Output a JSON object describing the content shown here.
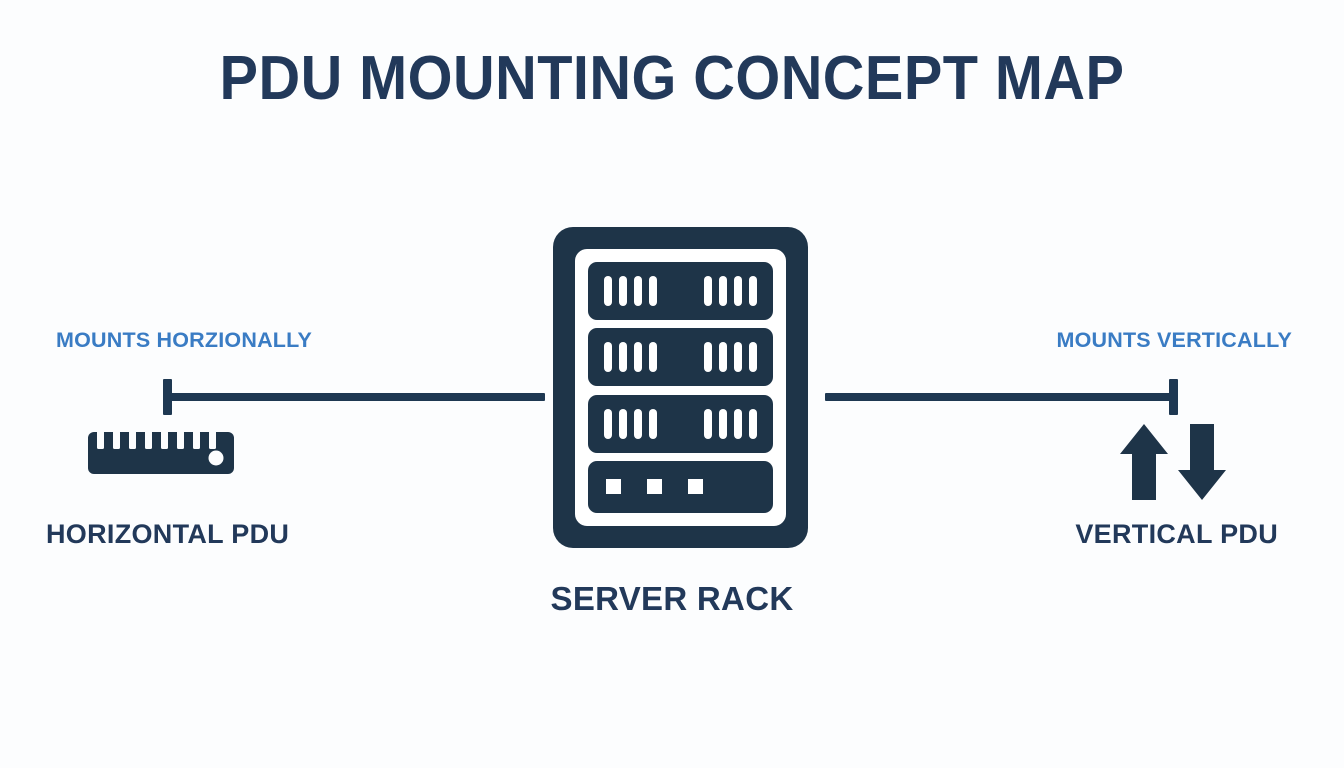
{
  "diagram": {
    "title": "PDU MOUNTING CONCEPT MAP",
    "background_color": "#fcfdfe",
    "navy_color": "#22395a",
    "icon_navy_color": "#1e3448",
    "accent_blue_color": "#3a7cc4",
    "center_node": {
      "caption": "SERVER RACK",
      "icon": "server-rack-icon",
      "shelves": [
        {
          "type": "drive",
          "left_slots": 4,
          "right_slots": 4
        },
        {
          "type": "drive",
          "left_slots": 4,
          "right_slots": 4
        },
        {
          "type": "drive",
          "left_slots": 4,
          "right_slots": 4
        },
        {
          "type": "ports",
          "ports": 3
        }
      ]
    },
    "left_node": {
      "caption": "HORIZONTAL PDU",
      "icon": "horizontal-pdu-ruler-icon",
      "edge_label": "MOUNTS HORZIONALLY",
      "notches": 8
    },
    "right_node": {
      "caption": "VERTICAL PDU",
      "icon": "vertical-pdu-arrows-icon",
      "edge_label": "MOUNTS VERTICALLY",
      "arrows": [
        "arrow-up-icon",
        "arrow-down-icon"
      ]
    }
  }
}
